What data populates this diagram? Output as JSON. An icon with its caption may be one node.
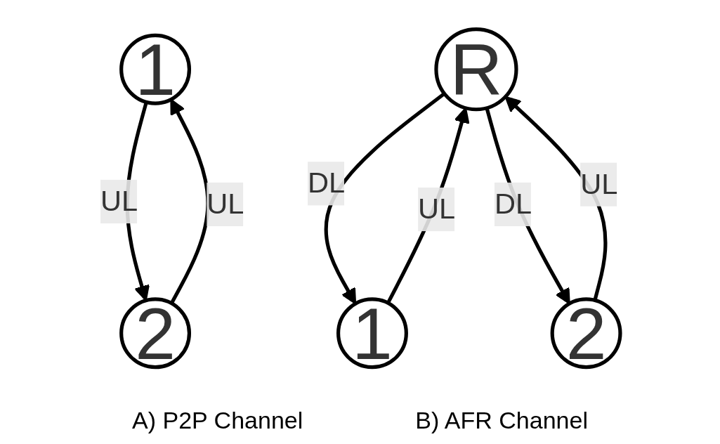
{
  "diagram": {
    "nodes": [
      {
        "text": [
          "1"
        ]
      },
      {
        "text": [
          "2"
        ]
      },
      {
        "text": [
          "R"
        ]
      },
      {
        "text": [
          "1"
        ]
      },
      {
        "text": [
          "2"
        ]
      }
    ],
    "edges": [
      {
        "from": 0,
        "to": 1,
        "arrow": "to",
        "label": "UL"
      },
      {
        "from": 1,
        "to": 0,
        "arrow": "to",
        "label": "UL"
      },
      {
        "from": 3,
        "to": 2,
        "arrow": "to",
        "label": "UL"
      },
      {
        "from": 2,
        "to": 3,
        "arrow": "to",
        "label": "DL"
      },
      {
        "from": 2,
        "to": 4,
        "arrow": "to",
        "label": "DL"
      },
      {
        "from": 4,
        "to": 2,
        "arrow": "to",
        "label": "UL"
      }
    ],
    "labels": [
      "A) P2P Channel",
      "B) AFR Channel"
    ]
  }
}
